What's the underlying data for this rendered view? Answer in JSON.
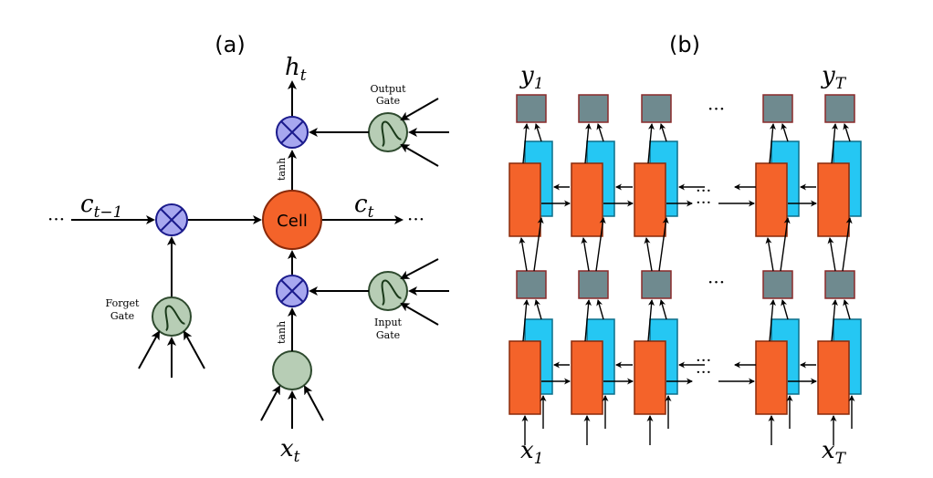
{
  "panel_a": {
    "label": "(a)",
    "output_label": "h",
    "output_sub": "t",
    "prev_state_label": "c",
    "prev_state_sub": "t−1",
    "state_label": "c",
    "state_sub": "t",
    "input_label": "x",
    "input_sub": "t",
    "cell_label": "Cell",
    "ellipsis": "···",
    "tanh_top": "tanh",
    "tanh_bottom": "tanh",
    "output_gate_line1": "Output",
    "output_gate_line2": "Gate",
    "forget_gate_line1": "Forget",
    "forget_gate_line2": "Gate",
    "input_gate_line1": "Input",
    "input_gate_line2": "Gate",
    "multiply_icon": "circled-times",
    "sigmoid_icon": "sigmoid-curve"
  },
  "panel_b": {
    "label": "(b)",
    "y_first": "y",
    "y_first_sub": "1",
    "y_last": "y",
    "y_last_sub": "T",
    "x_first": "x",
    "x_first_sub": "1",
    "x_last": "x",
    "x_last_sub": "T",
    "ellipsis": "···"
  },
  "colors": {
    "multiply_fill": "#a7a7ef",
    "multiply_stroke": "#1a1a8c",
    "gate_fill": "#b7cdb5",
    "gate_stroke": "#2e4a2e",
    "cell_fill": "#f4632a",
    "cell_stroke": "#8a2a0a",
    "forward_fill": "#f4632a",
    "backward_fill": "#25c7f3",
    "output_fill": "#6f8a8f",
    "output_stroke": "#8a2a2a"
  }
}
